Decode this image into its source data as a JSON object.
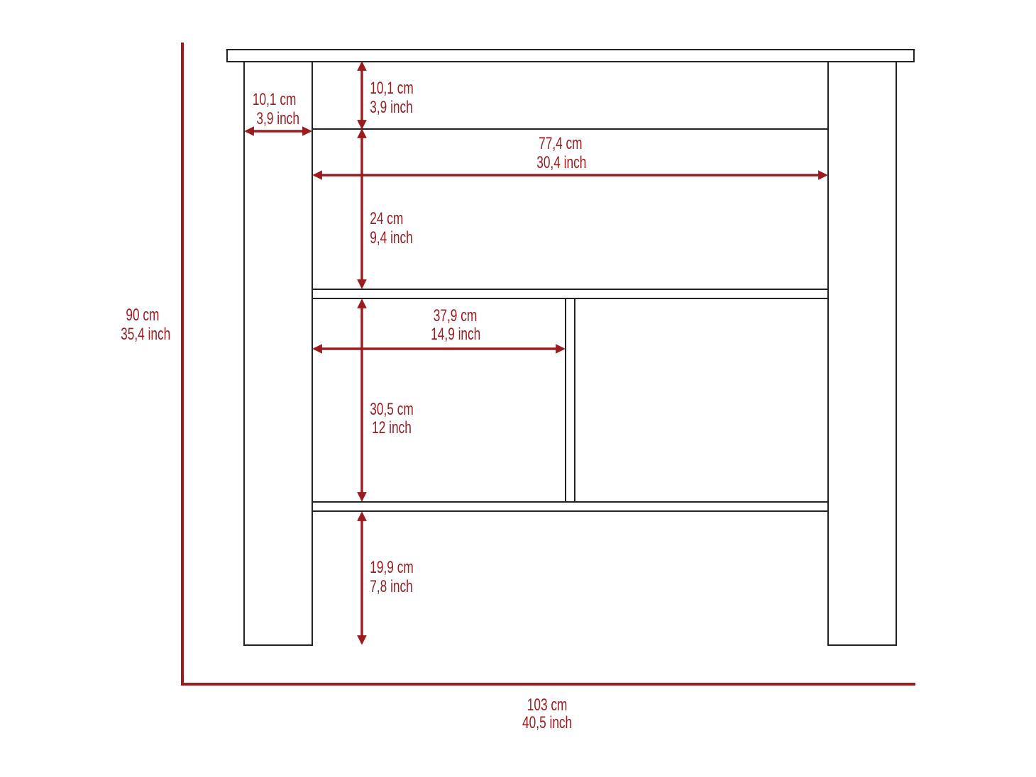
{
  "colors": {
    "dimension": "#9b1b1f",
    "outline": "#222222",
    "background": "#ffffff"
  },
  "dimensions": {
    "overall_height": {
      "cm": "90 cm",
      "inch": "35,4 inch"
    },
    "overall_width": {
      "cm": "103 cm",
      "inch": "40,5 inch"
    },
    "leg_width": {
      "cm": "10,1 cm",
      "inch": "3,9 inch"
    },
    "top_apron_height": {
      "cm": "10,1 cm",
      "inch": "3,9 inch"
    },
    "inner_width": {
      "cm": "77,4 cm",
      "inch": "30,4 inch"
    },
    "upper_shelf_height": {
      "cm": "24 cm",
      "inch": "9,4 inch"
    },
    "compartment_width": {
      "cm": "37,9 cm",
      "inch": "14,9 inch"
    },
    "middle_shelf_height": {
      "cm": "30,5 cm",
      "inch": "12 inch"
    },
    "bottom_clearance": {
      "cm": "19,9 cm",
      "inch": "7,8 inch"
    }
  }
}
